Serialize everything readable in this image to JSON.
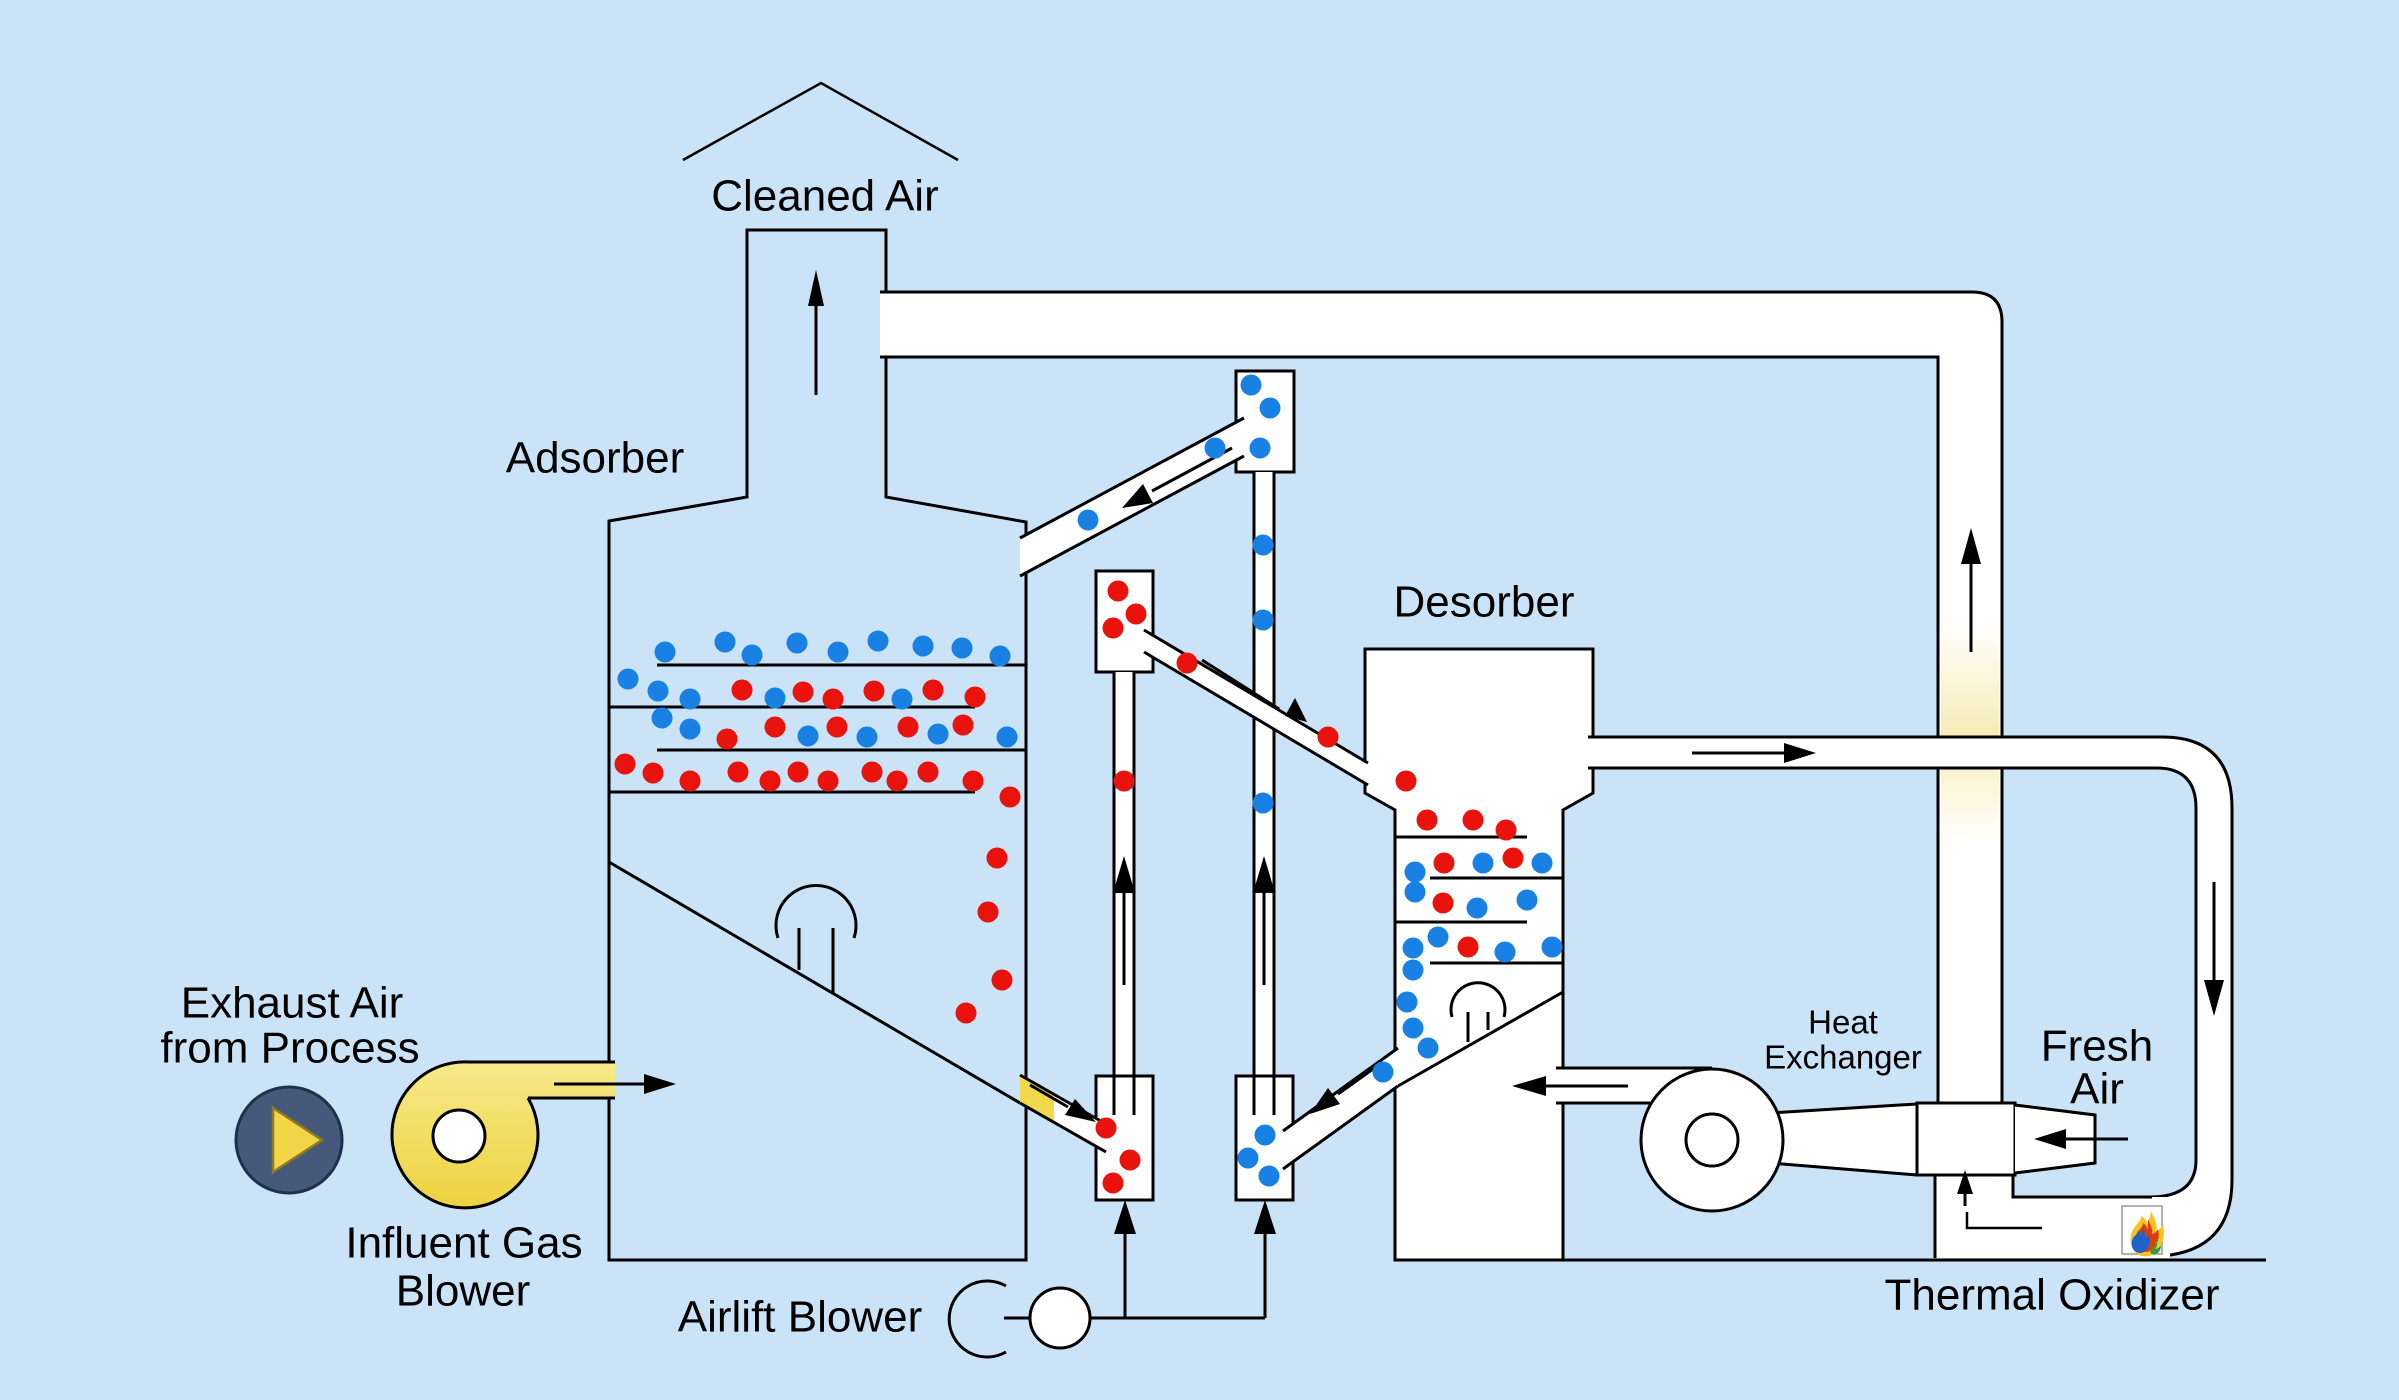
{
  "labels": {
    "cleaned_air": "Cleaned Air",
    "adsorber": "Adsorber",
    "desorber": "Desorber",
    "exhaust_line1": "Exhaust Air",
    "exhaust_line2": "from Process",
    "influent_line1": "Influent Gas",
    "influent_line2": "Blower",
    "airlift_blower": "Airlift Blower",
    "heat_exchanger_line1": "Heat",
    "heat_exchanger_line2": "Exchanger",
    "fresh_air_line1": "Fresh",
    "fresh_air_line2": "Air",
    "thermal_oxidizer": "Thermal Oxidizer"
  },
  "icons": {
    "play_icon": "play-triangle-in-circle",
    "flame_icon": "burner-flame",
    "blower_icon": "centrifugal-blower-scroll",
    "airlift_icon": "fan-circle-with-arc"
  },
  "colors": {
    "bg": "#cbe3f6",
    "line": "#000000",
    "dot_blue": "#1981e4",
    "dot_red": "#ea120c",
    "vessel_gold": "#f0d53a",
    "vessel_pale": "#fffdf2",
    "blower_yellow": "#f0d84d",
    "blower_yellow_light": "#f7e98a",
    "play_navy": "#46597b",
    "play_triangle": "#f2d648",
    "pipe_heat_tint": "#f7ecb4"
  }
}
